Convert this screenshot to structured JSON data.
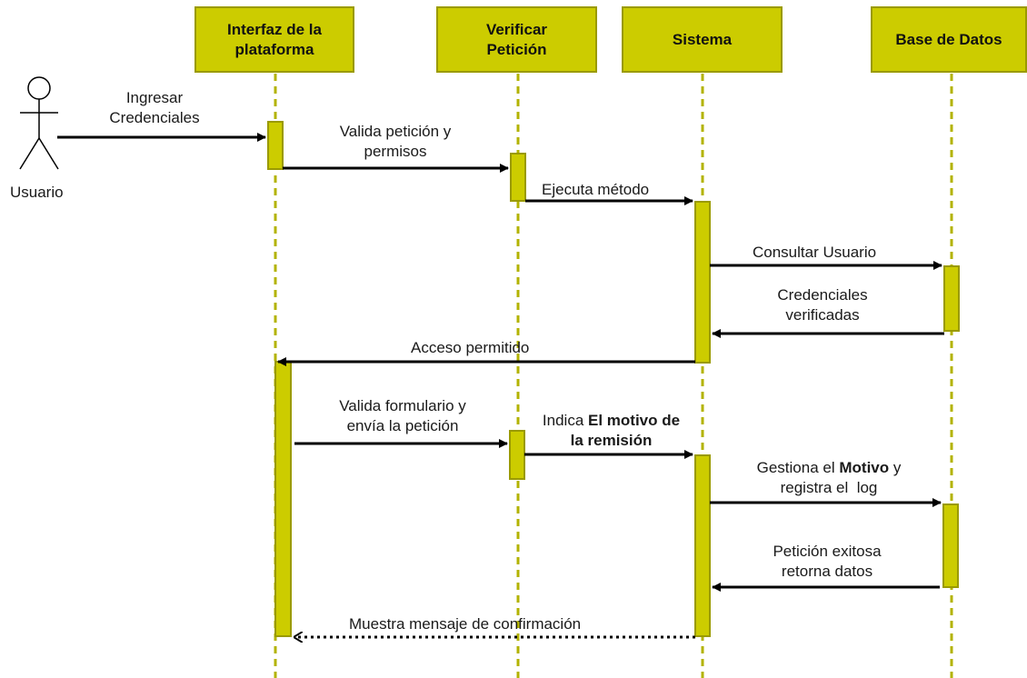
{
  "participants": {
    "interfaz": "Interfaz de la plataforma",
    "verificar": "Verificar Petición",
    "sistema": "Sistema",
    "base_datos": "Base de Datos"
  },
  "actor": {
    "label": "Usuario"
  },
  "messages": {
    "ingresar_credenciales": "Ingresar Credenciales",
    "valida_peticion": "Valida petición y permisos",
    "ejecuta_metodo": "Ejecuta método",
    "consultar_usuario": "Consultar Usuario",
    "credenciales_verificadas": "Credenciales verificadas",
    "acceso_permitido": "Acceso permitido",
    "valida_formulario": "Valida formulario y envía la petición",
    "indica_motivo": {
      "pre": "Indica ",
      "bold": "El motivo de la remisión"
    },
    "gestiona_motivo": {
      "pre": "Gestiona el ",
      "bold": "Motivo",
      "post": " y registra el  log"
    },
    "peticion_exitosa": "Petición exitosa retorna datos",
    "muestra_mensaje": "Muestra mensaje de confirmación"
  },
  "colors": {
    "fill": "#cccc00",
    "stroke": "#9a9a00",
    "lifeline": "#b3b300",
    "arrow": "#000000"
  }
}
